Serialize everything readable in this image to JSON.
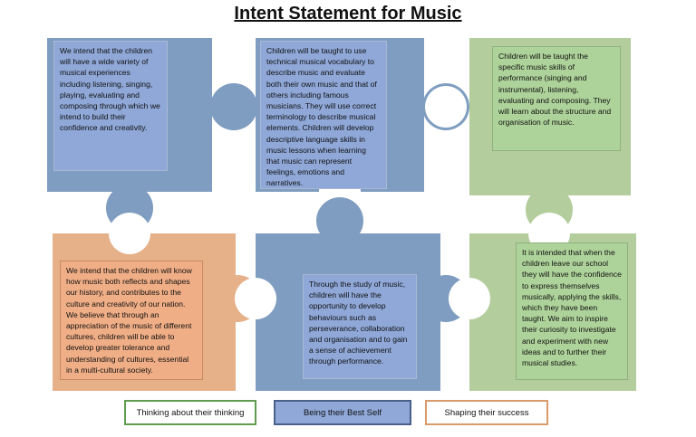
{
  "title": "Intent Statement for Music",
  "colors": {
    "blue_piece": "#7f9dc0",
    "blue_box": "#8fa8d8",
    "green_piece": "#b4cd9c",
    "green_box": "#aed39a",
    "orange_piece": "#e6b088",
    "orange_box": "#f0ae86"
  },
  "pieces": [
    {
      "text": "We intend that the children will have a wide variety of musical  experiences including listening, singing, playing, evaluating and composing through which we intend to build their confidence and creativity."
    },
    {
      "text": "Children will be taught to use technical musical vocabulary to describe music and evaluate both their own music and that of others including famous musicians. They will use correct terminology to describe musical elements. Children will develop descriptive language skills in music lessons when learning that music can represent feelings, emotions and narratives."
    },
    {
      "text": "Children will be taught the specific music skills of performance (singing and instrumental), listening, evaluating and composing.  They will learn about the structure and organisation of music."
    },
    {
      "text": "We intend that the children will know how music both reflects and shapes our history, and contributes to the culture and creativity of our nation. We believe that through an appreciation of the music of different cultures, children will be able to develop greater tolerance and understanding of cultures, essential in a multi-cultural society."
    },
    {
      "text": "Through the study of music, children will have the opportunity to develop behaviours such as perseverance, collaboration and organisation and to gain a sense of achievement through performance."
    },
    {
      "text": "It is intended that when the children leave our school they will have the confidence to express themselves musically, applying the skills, which they have been taught. We aim to inspire their curiosity to investigate and experiment with new ideas and to further their musical studies."
    }
  ],
  "legend": [
    {
      "label": "Thinking about their thinking"
    },
    {
      "label": "Being their Best Self"
    },
    {
      "label": "Shaping their success"
    }
  ]
}
